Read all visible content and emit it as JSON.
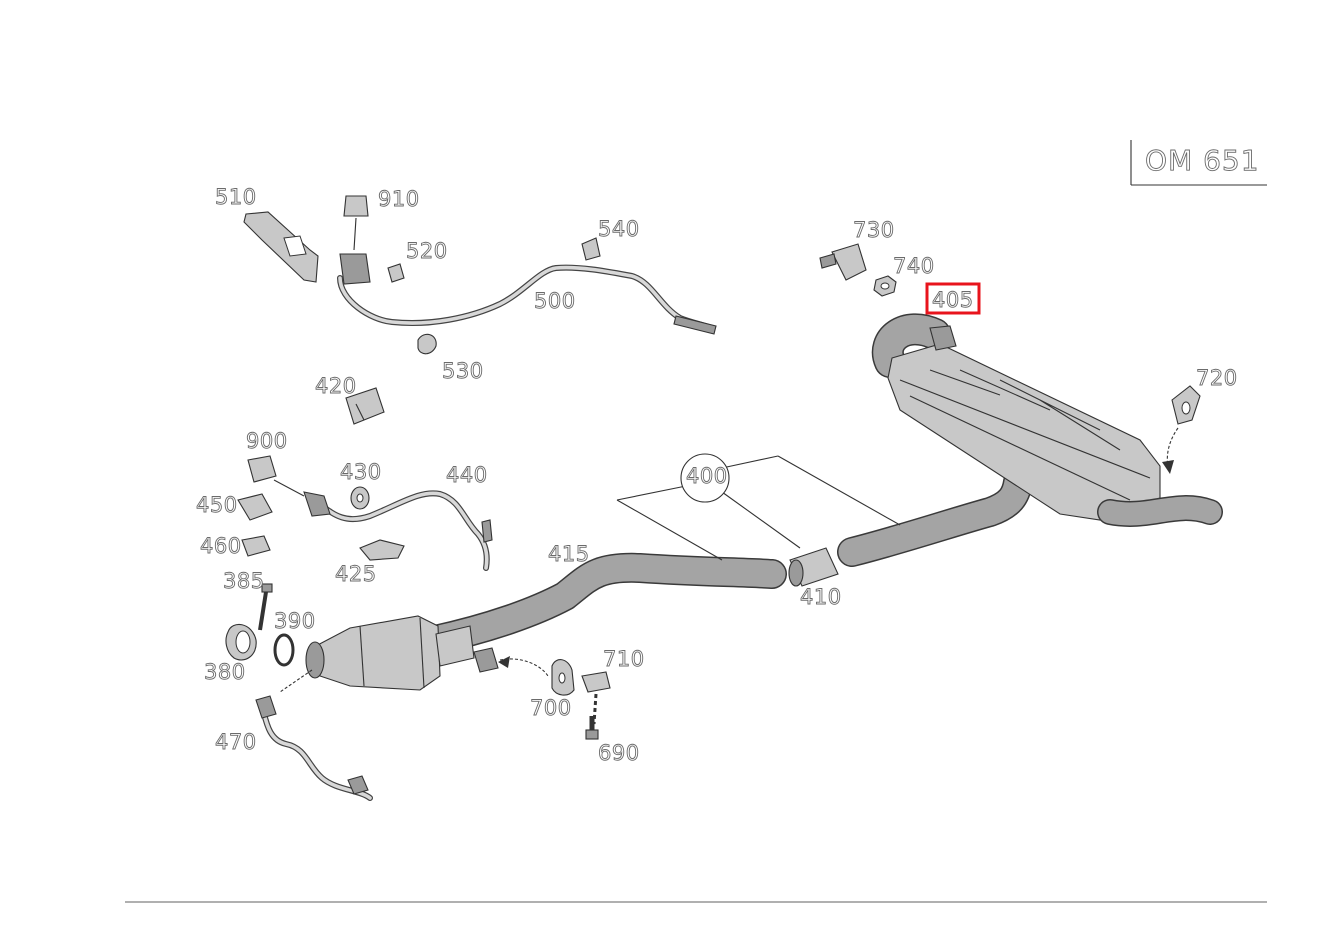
{
  "diagram": {
    "engine_code": "OM 651",
    "highlighted_part": "405",
    "labels": {
      "p510": "510",
      "p910": "910",
      "p520": "520",
      "p540": "540",
      "p500": "500",
      "p530": "530",
      "p420": "420",
      "p900": "900",
      "p430": "430",
      "p440": "440",
      "p450": "450",
      "p460": "460",
      "p425": "425",
      "p385": "385",
      "p390": "390",
      "p380": "380",
      "p470": "470",
      "p415": "415",
      "p410": "410",
      "p400": "400",
      "p700": "700",
      "p710": "710",
      "p690": "690",
      "p730": "730",
      "p740": "740",
      "p405": "405",
      "p720": "720"
    },
    "colors": {
      "highlight": "#e8141c",
      "line": "#333333",
      "part": "#c8c8c8"
    }
  }
}
